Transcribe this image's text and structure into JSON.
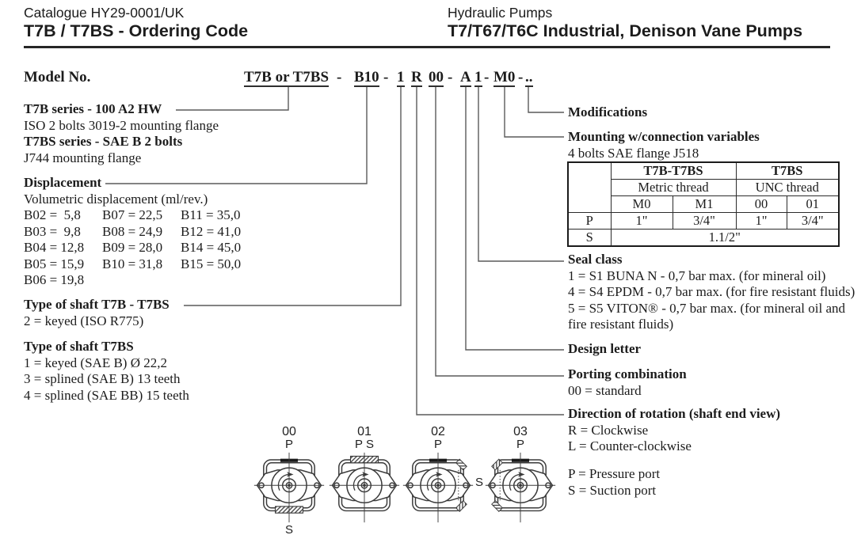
{
  "header": {
    "catalogue": "Catalogue HY29-0001/UK",
    "title_left": "T7B / T7BS - Ordering Code",
    "product_line": "Hydraulic Pumps",
    "title_right": "T7/T67/T6C Industrial, Denison Vane Pumps"
  },
  "model": {
    "label": "Model No.",
    "hyphen": "-",
    "segments": [
      "T7B or T7BS",
      "B10",
      "1",
      "R",
      "00",
      "A",
      "1",
      "M0",
      ".."
    ]
  },
  "sections": {
    "series": {
      "t7b_title": "T7B series - 100 A2 HW",
      "t7b_desc": "ISO 2 bolts 3019-2 mounting flange",
      "t7bs_title": "T7BS series - SAE B 2 bolts",
      "t7bs_desc": "J744 mounting flange"
    },
    "displacement": {
      "title": "Displacement",
      "subtitle": "Volumetric displacement (ml/rev.)",
      "rows": [
        [
          "B02 =  5,8",
          "B07 = 22,5",
          "B11 = 35,0"
        ],
        [
          "B03 =  9,8",
          "B08 = 24,9",
          "B12 = 41,0"
        ],
        [
          "B04 = 12,8",
          "B09 = 28,0",
          "B14 = 45,0"
        ],
        [
          "B05 = 15,9",
          "B10 = 31,8",
          "B15 = 50,0"
        ],
        [
          "B06 = 19,8",
          "",
          ""
        ]
      ]
    },
    "shaft_t7b": {
      "title": "Type of shaft T7B - T7BS",
      "items": [
        "2 = keyed (ISO R775)"
      ]
    },
    "shaft_t7bs": {
      "title": "Type of shaft T7BS",
      "items": [
        "1 = keyed (SAE B) Ø 22,2",
        "3 = splined (SAE B) 13 teeth",
        "4 = splined (SAE BB) 15 teeth"
      ]
    },
    "modifications": {
      "title": "Modifications"
    },
    "mounting": {
      "title": "Mounting w/connection variables",
      "subtitle": "4 bolts SAE flange J518",
      "table": {
        "group_headers": [
          "T7B-T7BS",
          "T7BS"
        ],
        "thread_headers": [
          "Metric thread",
          "UNC thread"
        ],
        "code_headers": [
          "M0",
          "M1",
          "00",
          "01"
        ],
        "p_row": {
          "label": "P",
          "values": [
            "1\"",
            "3/4\"",
            "1\"",
            "3/4\""
          ]
        },
        "s_row": {
          "label": "S",
          "value": "1.1/2\""
        }
      }
    },
    "seal": {
      "title": "Seal class",
      "items": [
        "1 = S1 BUNA N - 0,7 bar max. (for mineral oil)",
        "4 = S4 EPDM - 0,7 bar max. (for fire resistant fluids)",
        "5 = S5 VITON® - 0,7 bar max. (for mineral oil and fire resistant fluids)"
      ]
    },
    "design": {
      "title": "Design letter"
    },
    "porting": {
      "title": "Porting combination",
      "items": [
        "00 = standard"
      ]
    },
    "rotation": {
      "title": "Direction of rotation (shaft end view)",
      "items": [
        "R = Clockwise",
        "L = Counter-clockwise"
      ]
    },
    "ports_legend": {
      "items": [
        "P = Pressure port",
        "S = Suction port"
      ]
    }
  },
  "diagrams": {
    "variants": [
      {
        "code": "00",
        "top_label": "P",
        "bottom_label": "S"
      },
      {
        "code": "01",
        "top_label": "P S",
        "bottom_label": ""
      },
      {
        "code": "02",
        "top_label": "P",
        "bottom_label": ""
      },
      {
        "code": "03",
        "top_label": "P",
        "bottom_label": ""
      }
    ],
    "side_label": "S"
  },
  "colors": {
    "ink": "#1c1c1c",
    "leader_gray": "#5a5a5a",
    "diagram_stroke": "#3a3a3a"
  }
}
